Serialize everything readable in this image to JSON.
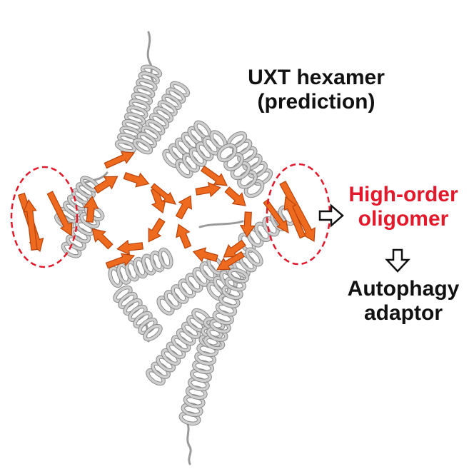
{
  "title": {
    "line1": "UXT hexamer",
    "line2": "(prediction)"
  },
  "oligomer": {
    "line1": "High-order",
    "line2": "oligomer"
  },
  "adaptor": {
    "line1": "Autophagy",
    "line2": "adaptor"
  },
  "colors": {
    "helix": "#cfcfcf",
    "helix_dark": "#8a8a8a",
    "strand": "#ee6a1e",
    "strand_dark": "#b8430c",
    "highlight": "#e3192b",
    "text": "#111111"
  },
  "icons": [
    "right-arrow-icon",
    "down-arrow-icon"
  ]
}
